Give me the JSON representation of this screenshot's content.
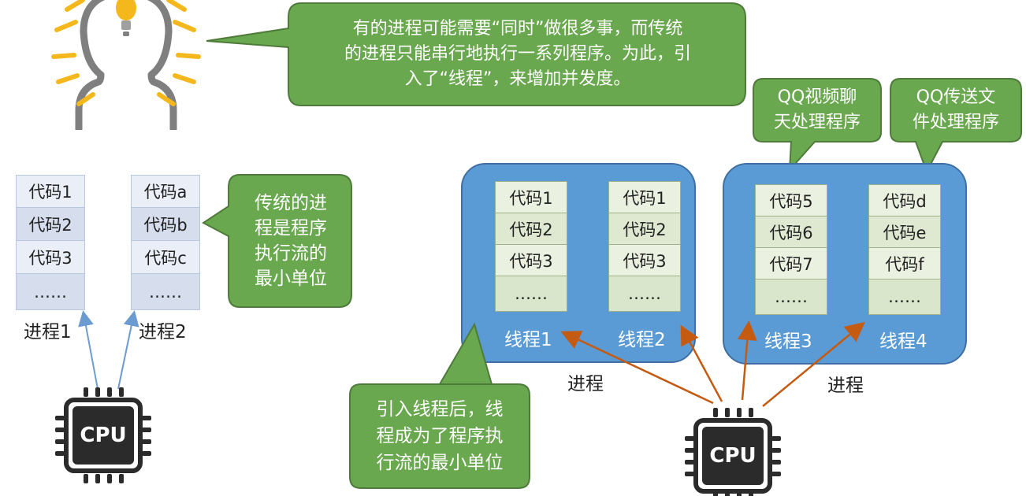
{
  "bubbles": {
    "intro": [
      "有的进程可能需要“同时”做很多事，而传统",
      "的进程只能串行地执行一系列程序。为此，引",
      "入了“线程”，来增加并发度。"
    ],
    "traditional": [
      "传统的进",
      "程是程序",
      "执行流的",
      "最小单位"
    ],
    "thread_unit": [
      "引入线程后，线",
      "程成为了程序执",
      "行流的最小单位"
    ],
    "qq_video": [
      "QQ视频聊",
      "天处理程序"
    ],
    "qq_file": [
      "QQ传送文",
      "件处理程序"
    ]
  },
  "traditional_processes": [
    {
      "label": "进程1",
      "codes": [
        "代码1",
        "代码2",
        "代码3",
        "……"
      ]
    },
    {
      "label": "进程2",
      "codes": [
        "代码a",
        "代码b",
        "代码c",
        "……"
      ]
    }
  ],
  "threaded_processes": [
    {
      "label": "进程",
      "threads": [
        {
          "label": "线程1",
          "codes": [
            "代码1",
            "代码2",
            "代码3",
            "……"
          ]
        },
        {
          "label": "线程2",
          "codes": [
            "代码1",
            "代码2",
            "代码3",
            "……"
          ]
        }
      ]
    },
    {
      "label": "进程",
      "threads": [
        {
          "label": "线程3",
          "codes": [
            "代码5",
            "代码6",
            "代码7",
            "……"
          ]
        },
        {
          "label": "线程4",
          "codes": [
            "代码d",
            "代码e",
            "代码f",
            "……"
          ]
        }
      ]
    }
  ],
  "cpu": {
    "label": "CPU"
  },
  "colors": {
    "bubble_green": "#6aa84f",
    "bubble_border": "#4e7a3a",
    "process_blue": "#5b9bd5",
    "process_border": "#3f6fa3",
    "arrow_blue": "#6c9bd2",
    "arrow_orange": "#c55a11",
    "bulb_yellow": "#f5b81c"
  }
}
